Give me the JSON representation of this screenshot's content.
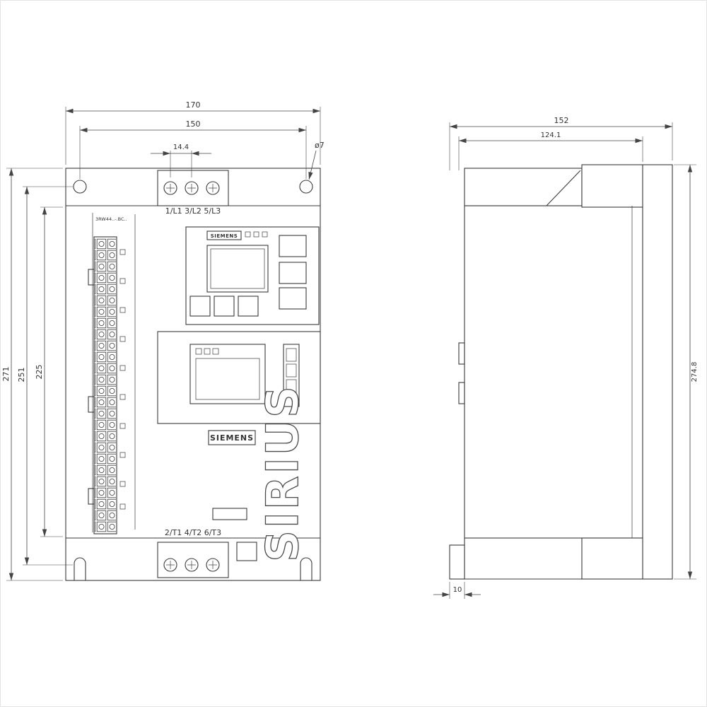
{
  "drawing": {
    "front_view": {
      "type_code": "3RW44..-.BC..",
      "top_terminal_label": "1/L1 3/L2 5/L3",
      "bottom_terminal_label": "2/T1 4/T2 6/T3",
      "display_brand": "SIEMENS",
      "brand_logo": "SIEMENS",
      "product_name": "SIRIUS",
      "dimensions": {
        "overall_width": "170",
        "mounting_hole_spacing_h": "150",
        "terminal_pitch": "14.4",
        "mounting_hole_diameter": "ø7",
        "overall_height": "271",
        "mounting_hole_spacing_v": "251",
        "body_height": "225"
      }
    },
    "side_view": {
      "dimensions": {
        "overall_depth": "152",
        "body_depth": "124.1",
        "overall_height": "274.8",
        "clip_depth": "10"
      }
    }
  }
}
